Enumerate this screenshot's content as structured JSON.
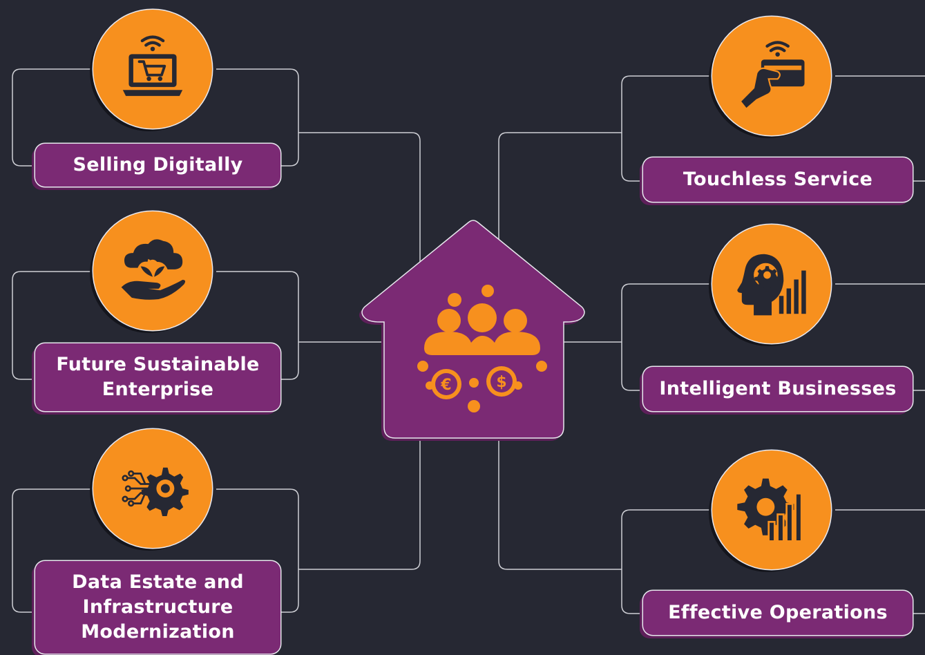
{
  "diagram": {
    "hub": {
      "icon": "people-currency-icon",
      "icon_text": {
        "euro": "€",
        "dollar": "$"
      }
    },
    "nodes": [
      {
        "label": "Selling Digitally",
        "icon": "laptop-cart-wifi-icon"
      },
      {
        "label": "Future Sustainable\nEnterprise",
        "icon": "cloud-leaf-hand-icon"
      },
      {
        "label": "Data Estate and\nInfrastructure\nModernization",
        "icon": "circuit-gear-icon"
      },
      {
        "label": "Touchless Service",
        "icon": "hand-card-wifi-icon"
      },
      {
        "label": "Intelligent Businesses",
        "icon": "head-gear-chart-icon"
      },
      {
        "label": "Effective Operations",
        "icon": "gear-bar-chart-icon"
      }
    ],
    "colors": {
      "background": "#262833",
      "circle": "#f7901e",
      "label": "#7b2a74",
      "icon": "#262833",
      "line": "#cfd0d6"
    }
  }
}
